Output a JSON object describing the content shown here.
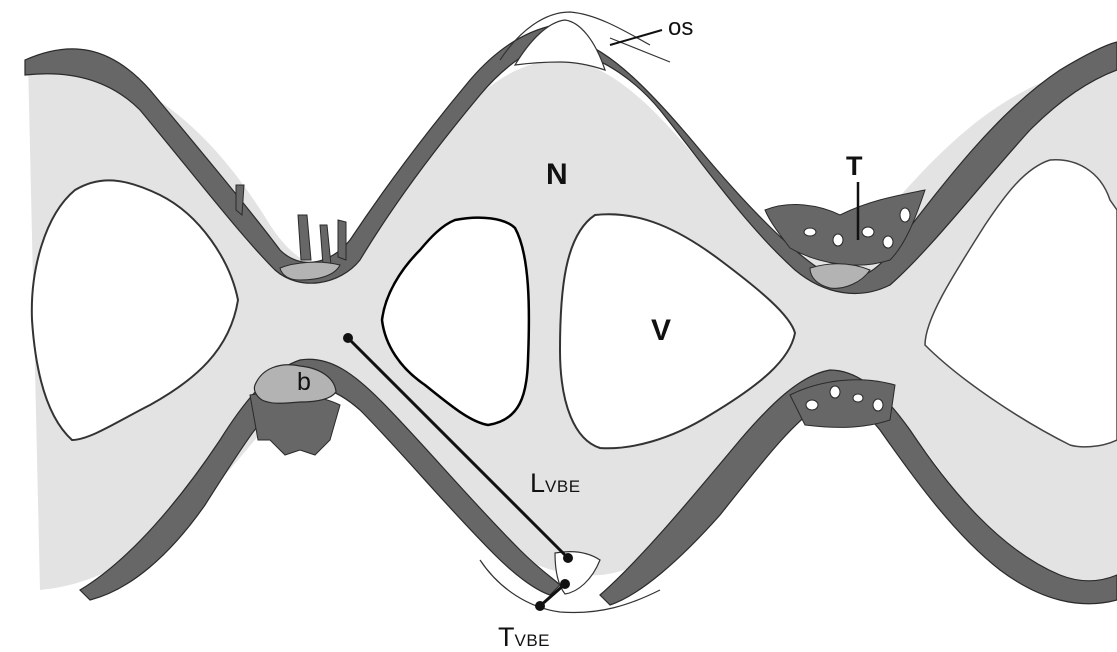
{
  "labels": {
    "os": "os",
    "N": "N",
    "T": "T",
    "V": "V",
    "b": "b",
    "L_main": "L",
    "L_sub": "VBE",
    "T_main": "T",
    "T_sub": "VBE"
  },
  "colors": {
    "tissue_light": "#e3e3e3",
    "bone_dark": "#676767",
    "bone_medium": "#b3b3b3",
    "outline": "#2a2a2a",
    "background": "#ffffff"
  }
}
